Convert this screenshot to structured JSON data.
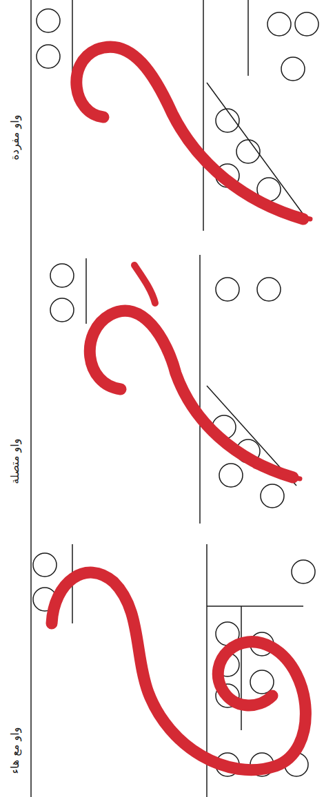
{
  "diagram": {
    "labels": [
      "واو مفردة",
      "واو متصلة",
      "واو مع هاء"
    ]
  }
}
